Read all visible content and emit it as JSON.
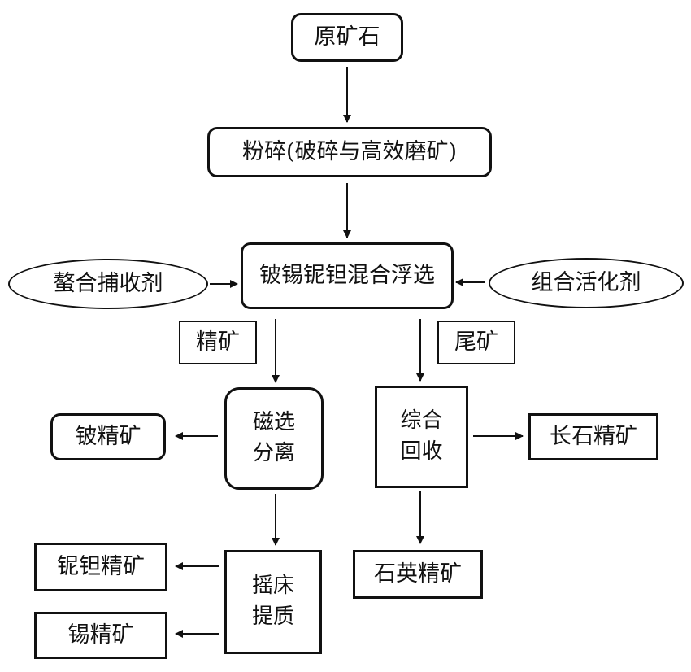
{
  "nodes": {
    "raw_ore": "原矿石",
    "crushing": "粉碎(破碎与高效磨矿)",
    "flotation": "铍锡铌钽混合浮选",
    "chelating_collector": "螯合捕收剂",
    "combined_activator": "组合活化剂",
    "concentrate_label": "精矿",
    "tailings_label": "尾矿",
    "magnetic_separation": [
      "磁选",
      "分离"
    ],
    "beryllium_concentrate": "铍精矿",
    "comprehensive_recovery": [
      "综合",
      "回收"
    ],
    "feldspar_concentrate": "长石精矿",
    "niobium_tantalum_concentrate": "铌钽精矿",
    "shaking_table": [
      "摇床",
      "提质"
    ],
    "tin_concentrate": "锡精矿",
    "quartz_concentrate": "石英精矿"
  }
}
